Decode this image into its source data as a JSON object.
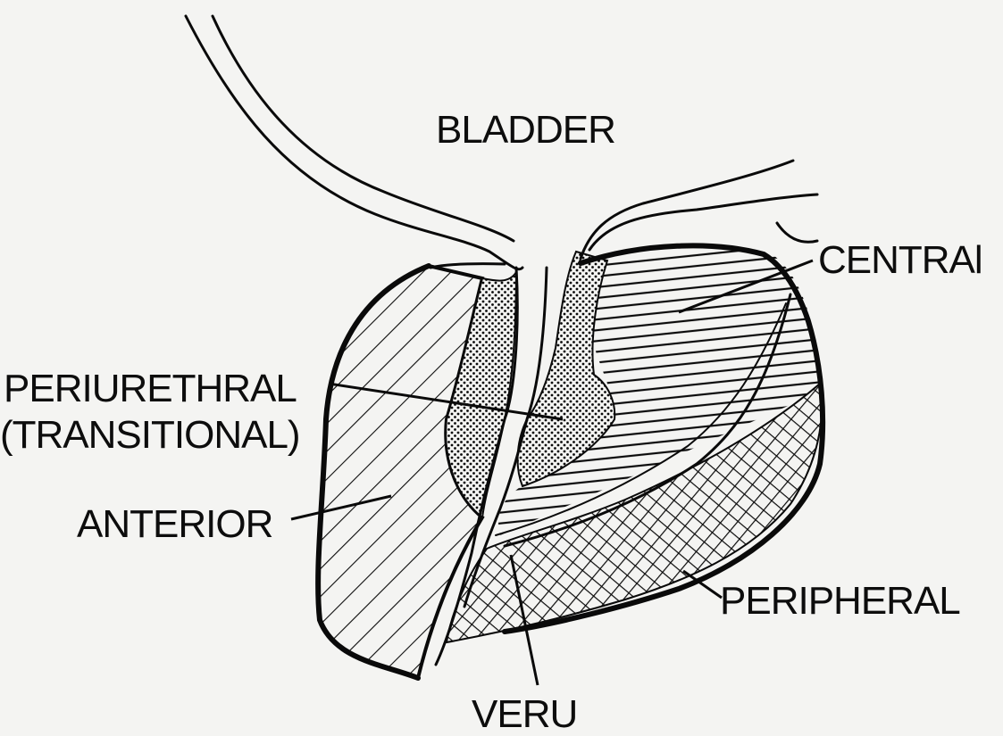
{
  "labels": {
    "bladder": "BLADDER",
    "central": "CENTRAl",
    "periurethral_line1": "PERIURETHRAL",
    "periurethral_line2": "(TRANSITIONAL)",
    "anterior": "ANTERIOR",
    "peripheral": "PERIPHERAL",
    "veru": "VERU"
  },
  "colors": {
    "ink": "#0a0a0a",
    "paper": "#f4f4f2"
  }
}
